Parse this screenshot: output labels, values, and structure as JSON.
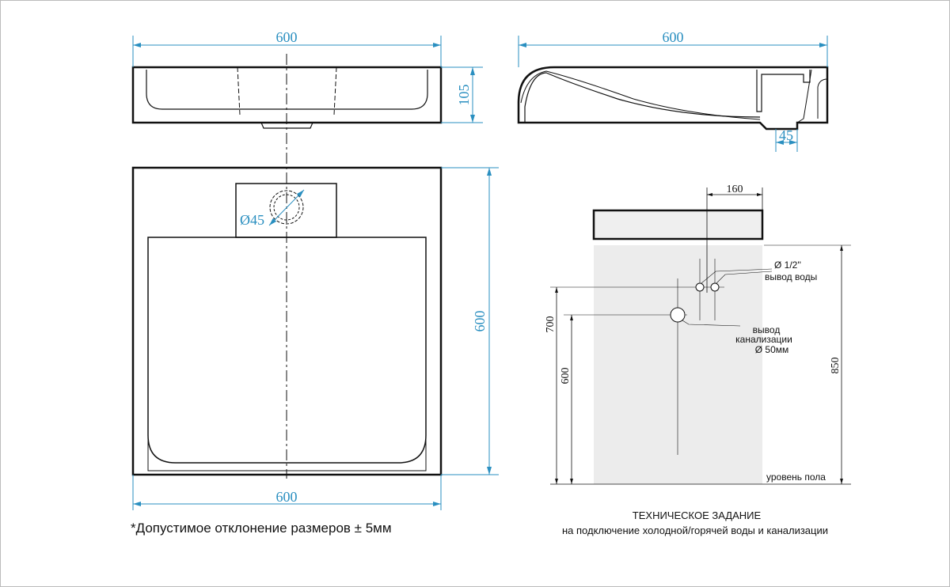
{
  "colors": {
    "dimension": "#2a8fc0",
    "outline": "#111111",
    "floor_zone": "#ececec"
  },
  "front_view": {
    "width_dim": "600",
    "height_dim": "105"
  },
  "side_view": {
    "width_dim": "600",
    "drain_dim": "45"
  },
  "plan_view": {
    "hole_dim": "Ø45",
    "depth_dim": "600",
    "width_dim": "600"
  },
  "installation": {
    "offset_dim": "160",
    "water_outlet_size": "Ø 1/2''",
    "water_outlet_label": "вывод воды",
    "sewer_label_1": "вывод",
    "sewer_label_2": "канализации",
    "sewer_size": "Ø 50мм",
    "height_water": "700",
    "height_sewer": "600",
    "height_basin": "850",
    "floor_label": "уровень пола"
  },
  "footer": {
    "tolerance_note": "*Допустимое отклонение размеров ± 5мм",
    "spec_title": "ТЕХНИЧЕСКОЕ ЗАДАНИЕ",
    "spec_subtitle": "на подключение холодной/горячей воды и канализации"
  }
}
